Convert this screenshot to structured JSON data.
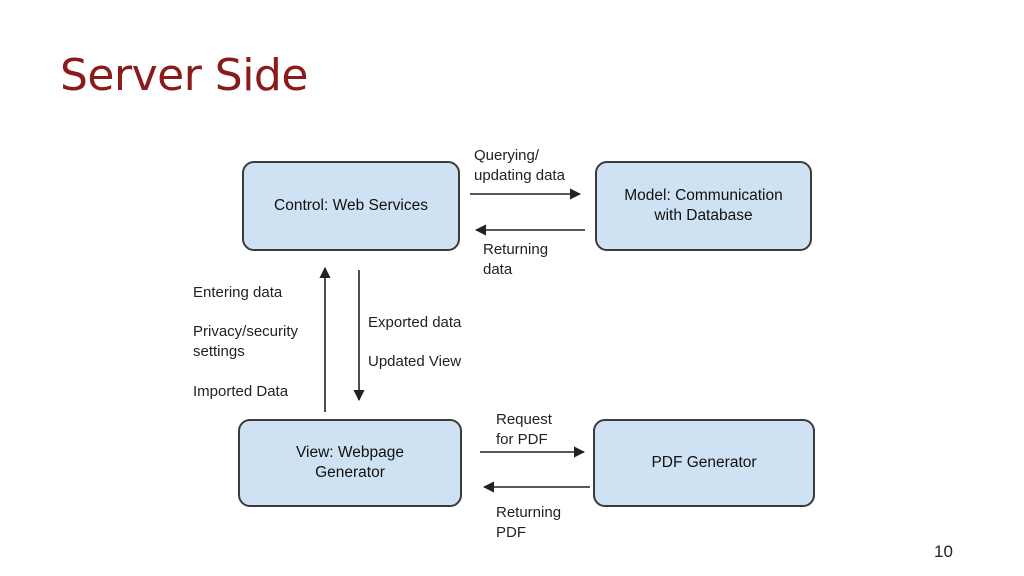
{
  "slide": {
    "title": "Server Side",
    "page_number": "10"
  },
  "nodes": {
    "control": "Control: Web Services",
    "model": "Model: Communication\nwith Database",
    "view": "View: Webpage\nGenerator",
    "pdf": "PDF Generator"
  },
  "edge_labels": {
    "querying": "Querying/\nupdating data",
    "returning_data": "Returning\ndata",
    "entering_data": "Entering data",
    "privacy_settings": "Privacy/security\nsettings",
    "imported_data": "Imported Data",
    "exported_data": "Exported data",
    "updated_view": "Updated View",
    "request_pdf": "Request\nfor PDF",
    "returning_pdf": "Returning\nPDF"
  },
  "colors": {
    "title": "#8b1a1a",
    "node_fill": "#cfe2f3",
    "node_border": "#3a3a3a",
    "arrow": "#222222"
  }
}
